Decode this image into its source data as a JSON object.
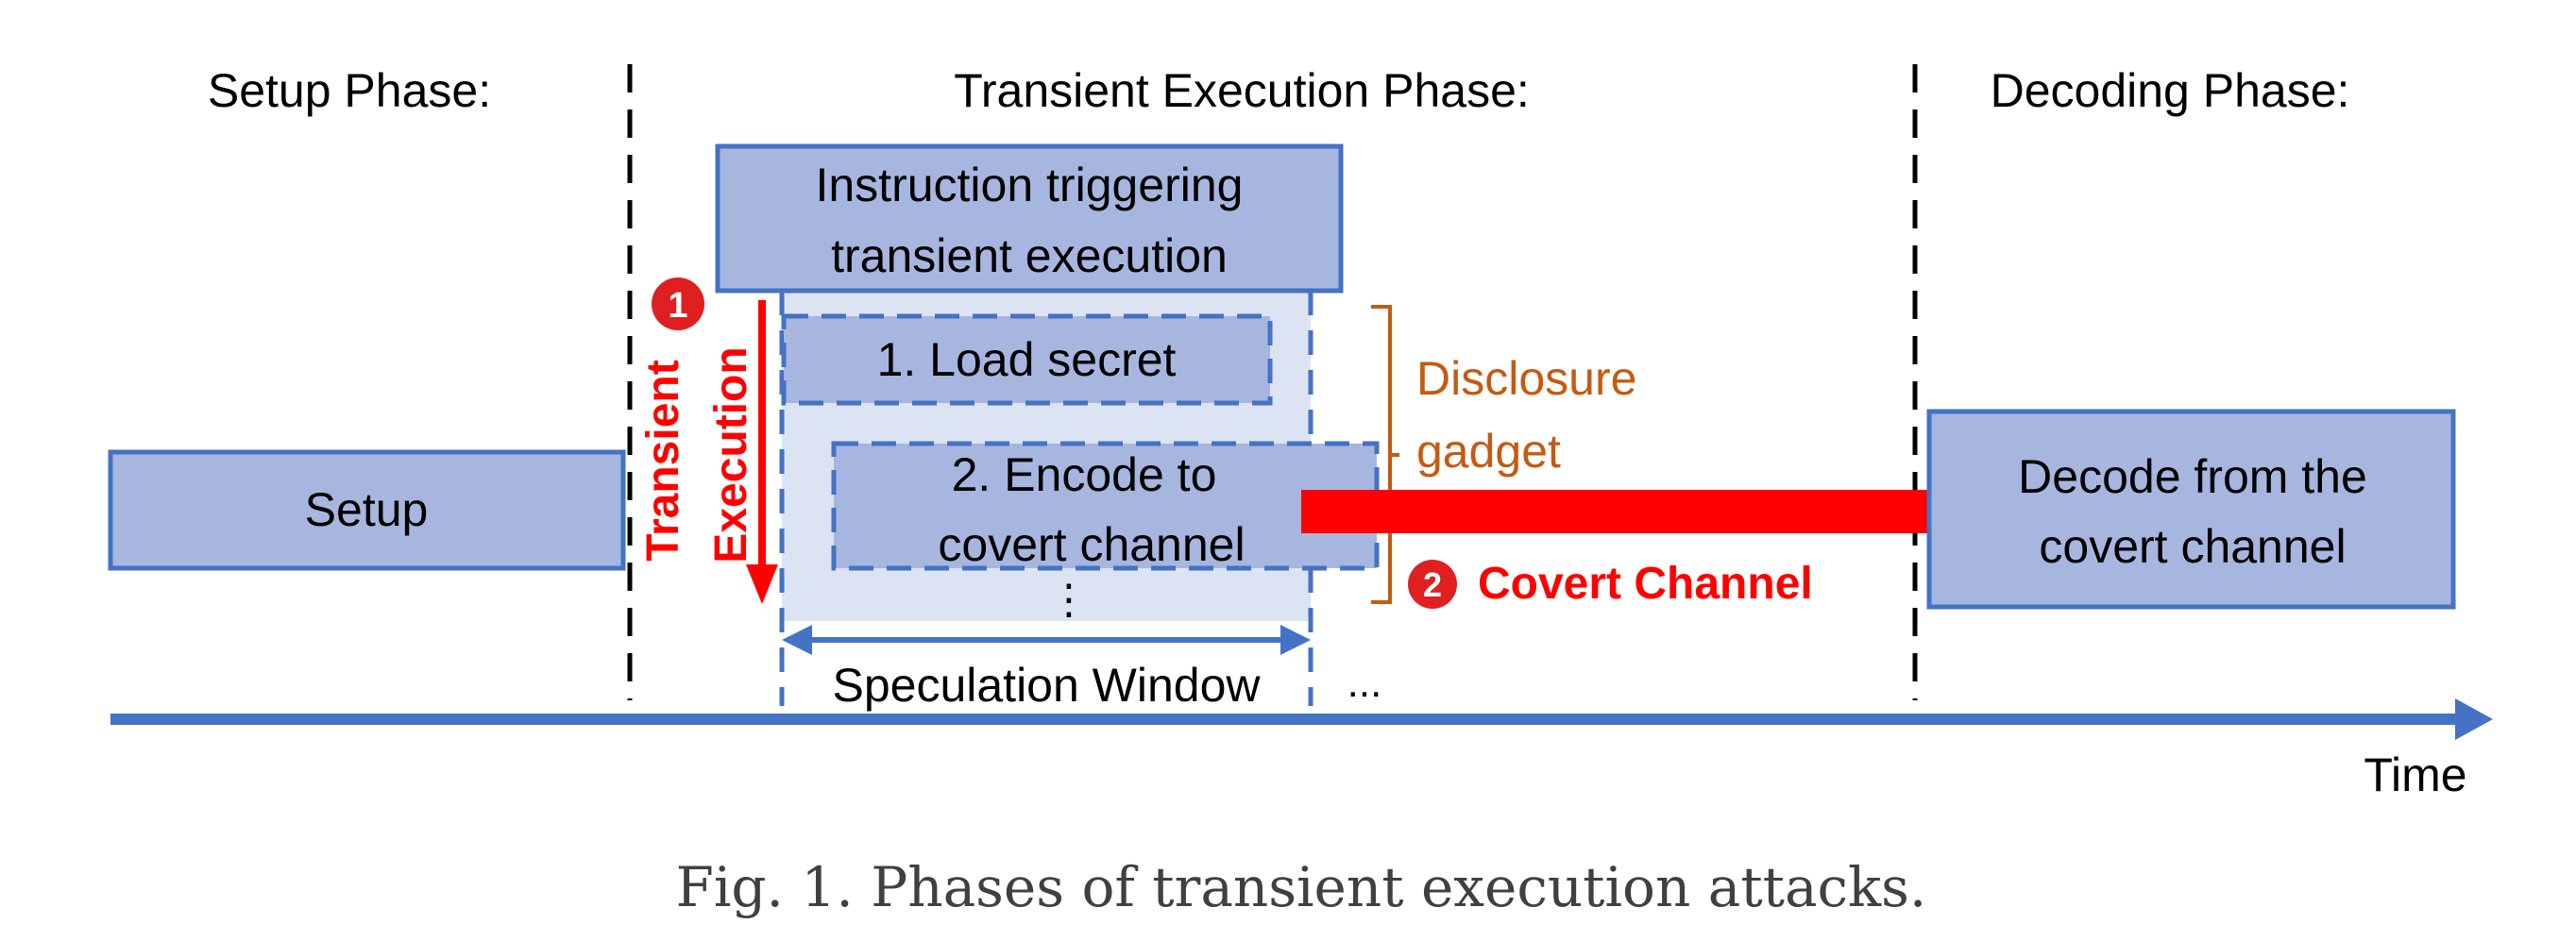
{
  "phases": {
    "setup": "Setup Phase:",
    "transient": "Transient Execution Phase:",
    "decoding": "Decoding Phase:"
  },
  "boxes": {
    "setup": "Setup",
    "trigger_line1": "Instruction triggering",
    "trigger_line2": "transient execution",
    "load_secret": "1. Load secret",
    "encode_line1": "2. Encode to",
    "encode_line2": "covert channel",
    "ellipsis_vertical": "⋮",
    "decode_line1": "Decode from the",
    "decode_line2": "covert channel"
  },
  "labels": {
    "step1_number": "1",
    "transient": "Transient",
    "execution": "Execution",
    "disclosure_line1": "Disclosure",
    "disclosure_line2": "gadget",
    "step2_number": "2",
    "covert_channel": "Covert Channel",
    "speculation_window": "Speculation Window",
    "trailing_dots": "...",
    "time": "Time"
  },
  "caption": "Fig. 1.  Phases of transient execution attacks.",
  "colors": {
    "box_fill": "#a6b6df",
    "box_fill_light": "#dce3f2",
    "box_border": "#4472c4",
    "red": "#ff0000",
    "badge_red": "#e02020",
    "orange": "#c55a11",
    "timeline": "#4472c4"
  }
}
